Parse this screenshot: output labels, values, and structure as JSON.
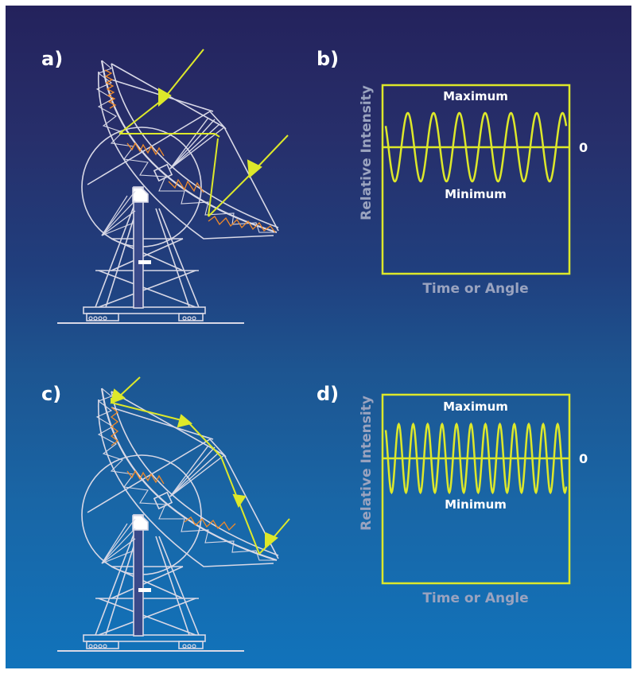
{
  "panels": {
    "a": {
      "letter": "a)"
    },
    "b": {
      "letter": "b)",
      "max_label": "Maximum",
      "min_label": "Minimum",
      "zero_label": "0",
      "x_label": "Time or Angle",
      "y_label": "Relative Intensity"
    },
    "c": {
      "letter": "c)"
    },
    "d": {
      "letter": "d)",
      "max_label": "Maximum",
      "min_label": "Minimum",
      "zero_label": "0",
      "x_label": "Time or Angle",
      "y_label": "Relative Intensity"
    }
  },
  "colors": {
    "signal": "#dde82a",
    "structure": "#d8d8e6",
    "spring": "#f08a2a",
    "axis_text": "#9aa3bf"
  },
  "chart_data": [
    {
      "type": "line",
      "label": "b",
      "cycles": 7,
      "xlabel": "Time or Angle",
      "ylabel": "Relative Intensity"
    },
    {
      "type": "line",
      "label": "d",
      "cycles": 12.5,
      "xlabel": "Time or Angle",
      "ylabel": "Relative Intensity"
    }
  ]
}
